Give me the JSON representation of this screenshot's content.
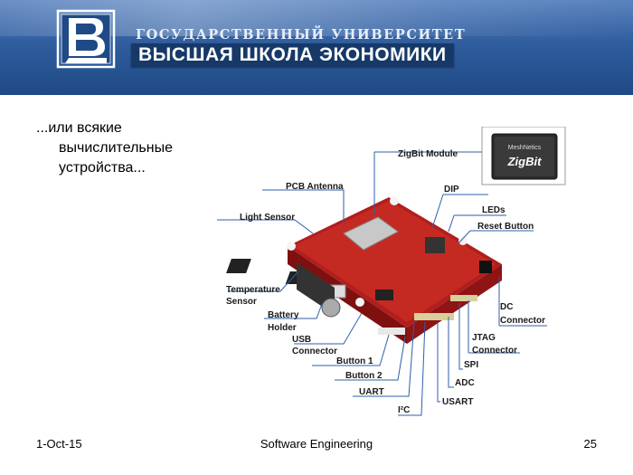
{
  "header": {
    "line1": "ГОСУДАРСТВЕННЫЙ УНИВЕРСИТЕТ",
    "line2": "ВЫСШАЯ ШКОЛА ЭКОНОМИКИ",
    "logo_icon": "hse-logo-icon"
  },
  "content": {
    "lines": [
      "...или всякие",
      "вычислительные",
      "устройства..."
    ]
  },
  "diagram": {
    "chip_brand": "MeshNetics",
    "chip_name": "ZigBit",
    "labels": {
      "zigbit_module": "ZigBit Module",
      "pcb_antenna": "PCB Antenna",
      "light_sensor": "Light Sensor",
      "temperature": "Temperature",
      "sensor": "Sensor",
      "battery": "Battery",
      "holder": "Holder",
      "usb": "USB",
      "connector_usb": "Connector",
      "button1": "Button 1",
      "button2": "Button 2",
      "uart": "UART",
      "i2c": "I²C",
      "usart": "USART",
      "adc": "ADC",
      "spi": "SPI",
      "jtag": "JTAG",
      "connector_jtag": "Connector",
      "dc": "DC",
      "connector_dc": "Connector",
      "reset_button": "Reset Button",
      "leds": "LEDs",
      "dip": "DIP"
    }
  },
  "footer": {
    "date": "1-Oct-15",
    "title": "Software Engineering",
    "page": "25"
  }
}
